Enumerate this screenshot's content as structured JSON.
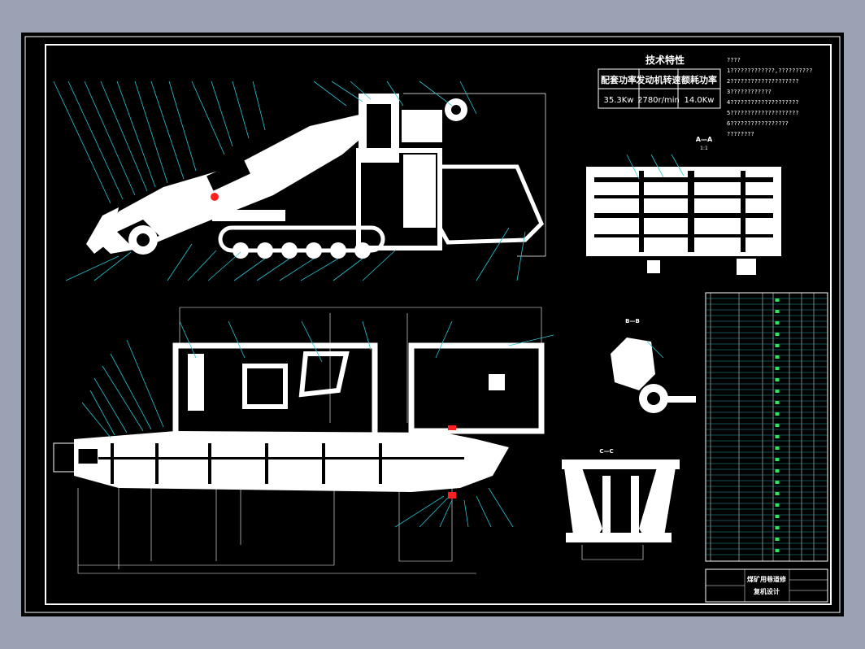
{
  "drawing": {
    "tech_spec": {
      "title": "技术特性",
      "headers": [
        "配套功率",
        "发动机转速",
        "额耗功率"
      ],
      "values": [
        "35.3Kw",
        "2780r/min",
        "14.0Kw"
      ]
    },
    "notes": [
      "????",
      "1?????????????,??????????",
      "2????????????????????",
      "3????????????",
      "4????????????????????",
      "5????????????????????",
      "6?????????????????",
      "????????"
    ],
    "section_labels": {
      "a_a": "A—A",
      "a_a_sub": "1:1",
      "b_b": "B—B",
      "c_c": "C—C"
    },
    "title_block": {
      "line1": "煤矿用巷道修",
      "line2": "复机设计"
    },
    "colors": {
      "background": "#000000",
      "frame": "#9ba2b3",
      "leader": "#29c6d6",
      "highlight": "#ff2020",
      "bom_text": "#2ee65a"
    }
  }
}
